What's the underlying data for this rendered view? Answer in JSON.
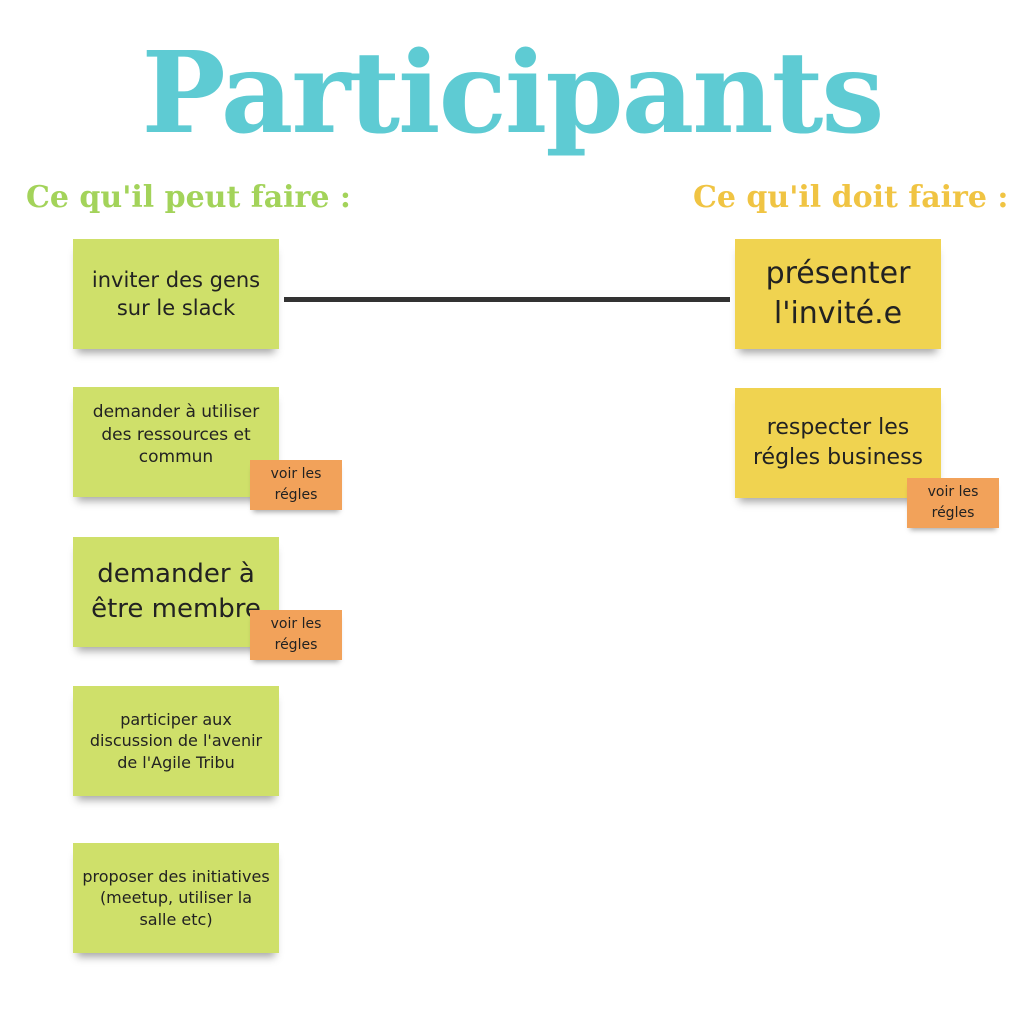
{
  "title": "Participants",
  "left_heading": "Ce qu'il peut faire :",
  "right_heading": "Ce qu'il doit faire :",
  "colors": {
    "title": "#5ecbd3",
    "left": "#a3d35a",
    "right": "#f0c443",
    "green_note": "#cfe06a",
    "yellow_note": "#f0d350",
    "orange_note": "#f2a25a"
  },
  "left_notes": [
    "inviter des gens sur le slack",
    "demander à utiliser des ressources et commun",
    "demander à être membre",
    "participer aux discussion de l'avenir de l'Agile Tribu",
    "proposer des initiatives (meetup, utiliser la salle etc)"
  ],
  "right_notes": [
    "présenter l'invité.e",
    "respecter les régles business"
  ],
  "rules_label": "voir les régles"
}
